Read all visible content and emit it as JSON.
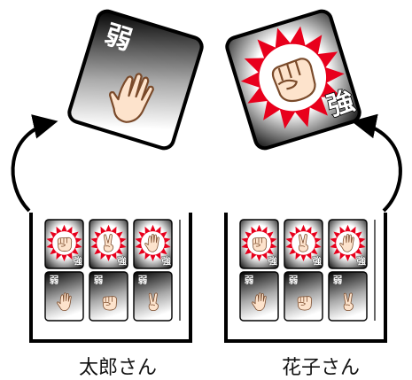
{
  "card_labels": {
    "weak": "弱",
    "strong": "強"
  },
  "players": [
    {
      "name": "太郎さん",
      "played_card": {
        "strength": "weak",
        "hand": "paper"
      },
      "box_cards": {
        "strong": [
          "rock",
          "scissors",
          "paper"
        ],
        "weak": [
          "paper",
          "rock",
          "scissors"
        ]
      }
    },
    {
      "name": "花子さん",
      "played_card": {
        "strength": "strong",
        "hand": "rock"
      },
      "box_cards": {
        "strong": [
          "rock",
          "scissors",
          "paper"
        ],
        "weak": [
          "paper",
          "rock",
          "scissors"
        ]
      }
    }
  ],
  "colors": {
    "card_dark": "#000000",
    "burst_red": "#e8001c",
    "skin": "#fde3cc",
    "box_line": "#000000"
  }
}
